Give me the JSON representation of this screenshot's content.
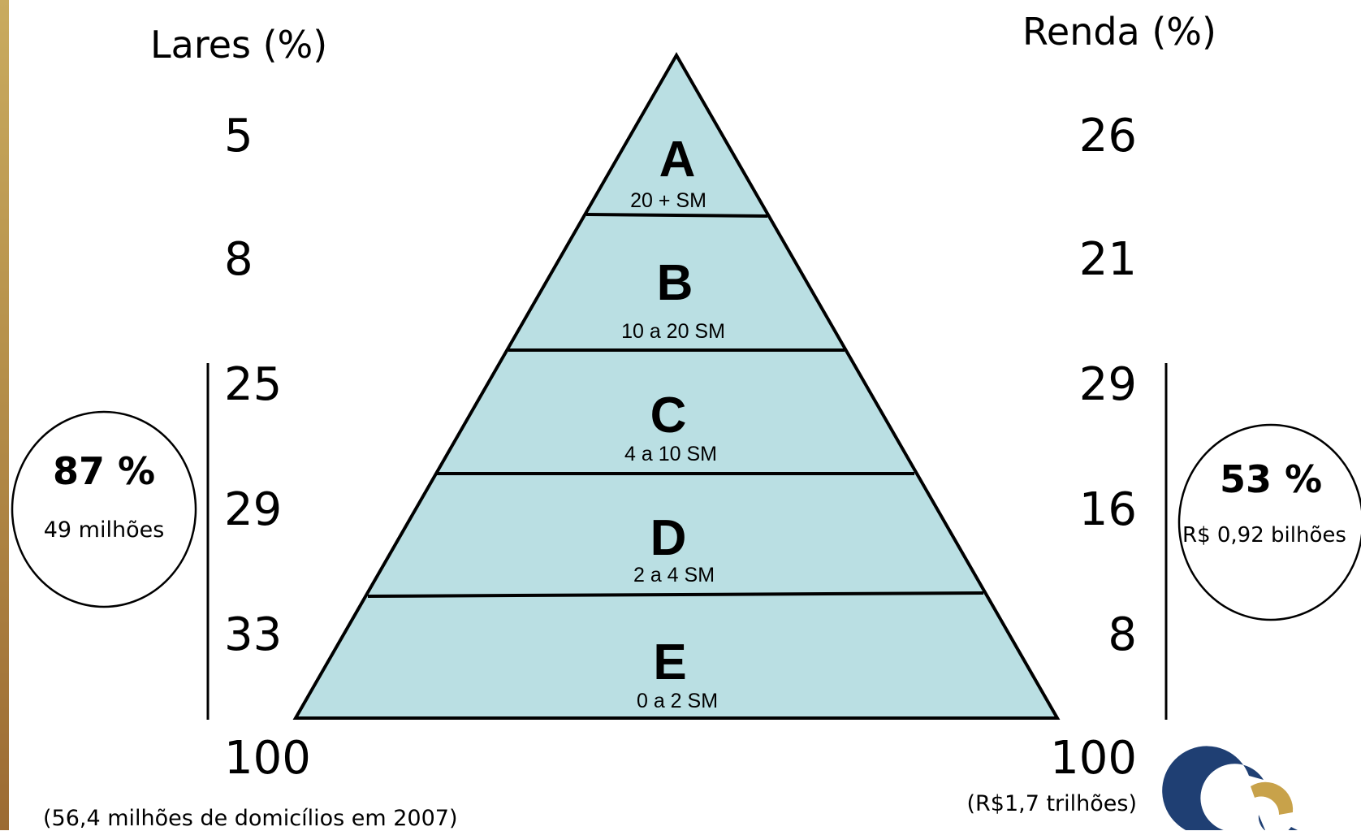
{
  "left_header": "Lares (%)",
  "right_header": "Renda (%)",
  "segments": [
    {
      "letter": "A",
      "range": "20 + SM",
      "lares": "5",
      "renda": "26"
    },
    {
      "letter": "B",
      "range": "10 a 20 SM",
      "lares": "8",
      "renda": "21"
    },
    {
      "letter": "C",
      "range": "4 a 10 SM",
      "lares": "25",
      "renda": "29"
    },
    {
      "letter": "D",
      "range": "2 a 4 SM",
      "lares": "29",
      "renda": "16"
    },
    {
      "letter": "E",
      "range": "0 a 2 SM",
      "lares": "33",
      "renda": "8"
    }
  ],
  "left_total": "100",
  "right_total": "100",
  "left_note": "(56,4 milhões de domicílios em 2007)",
  "right_note": "(R$1,7 trilhões)",
  "left_circle": {
    "pct": "87 %",
    "sub": "49 milhões"
  },
  "right_circle": {
    "pct": "53 %",
    "sub": "R$ 0,92 bilhões"
  },
  "colors": {
    "pyramid_fill": "#badfe3",
    "stroke": "#000000",
    "side_bar": "#b58f4a",
    "logo_blue": "#1f3f73",
    "logo_gold": "#c8a24a"
  },
  "logo": {
    "icon": "company-logo-icon"
  }
}
